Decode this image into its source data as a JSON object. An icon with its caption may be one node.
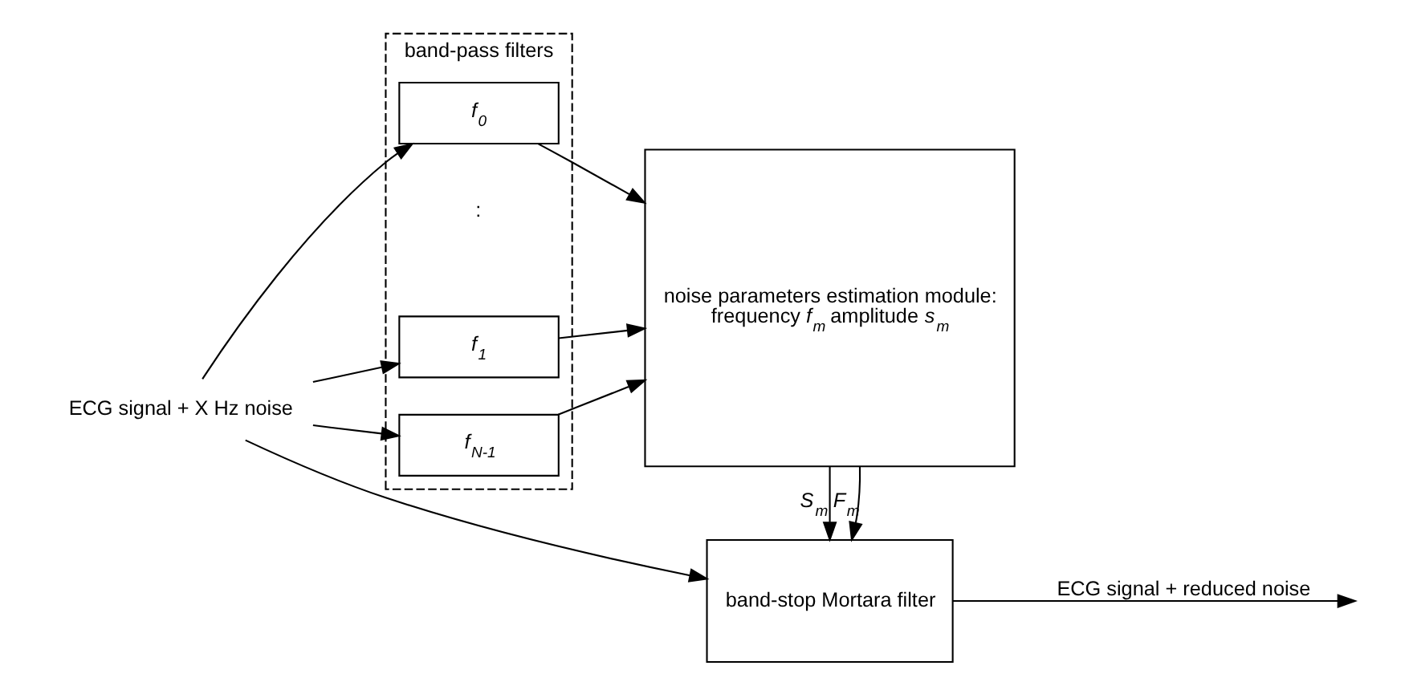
{
  "diagram": {
    "nodes": [
      {
        "text": [
          "band-pass filters"
        ]
      },
      {
        "text": [
          "*f*$_{0}$"
        ],
        "in": 0
      },
      {
        "text": [
          "*f*$_{1}$"
        ],
        "in": 0
      },
      {
        "text": [
          "*f*$_{N-1}$"
        ],
        "in": 0
      },
      {
        "text": [
          "noise parameters estimation module:",
          "frequency *f*$_{m}$ amplitude *s*$_{m}$"
        ]
      },
      {
        "text": [
          "band-stop Mortara filter"
        ]
      },
      {
        "text": [
          "ECG signal + X Hz noise"
        ]
      }
    ],
    "edges": [
      {
        "from": 6,
        "to": 1,
        "arrow": "to"
      },
      {
        "from": 6,
        "to": 2,
        "arrow": "to"
      },
      {
        "from": 6,
        "to": 3,
        "arrow": "to"
      },
      {
        "from": 6,
        "to": 5,
        "arrow": "to"
      },
      {
        "from": 1,
        "to": 4,
        "arrow": "to"
      },
      {
        "from": 2,
        "to": 4,
        "arrow": "to"
      },
      {
        "from": 3,
        "to": 4,
        "arrow": "to"
      },
      {
        "from": 4,
        "to": 5,
        "arrow": "to",
        "label": "*F*$_{m}$"
      },
      {
        "from": 4,
        "to": 5,
        "arrow": "to",
        "label": "*S*$_{m}$"
      },
      {
        "from": 5,
        "to": null,
        "arrow": "to",
        "label": "ECG signal + reduced noise"
      }
    ],
    "labels": [
      ":"
    ]
  }
}
